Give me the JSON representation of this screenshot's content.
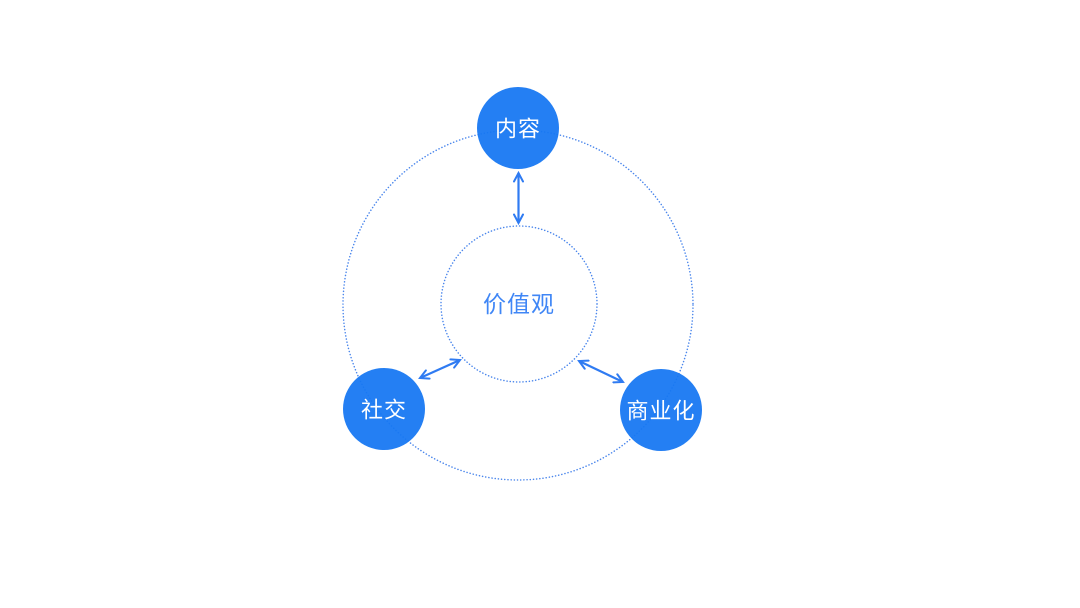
{
  "diagram": {
    "center_node": {
      "label": "价值观"
    },
    "outer_nodes": [
      {
        "label": "内容",
        "position": "top"
      },
      {
        "label": "社交",
        "position": "bottom-left"
      },
      {
        "label": "商业化",
        "position": "bottom-right"
      }
    ],
    "connections": [
      {
        "from": "内容",
        "to": "价值观",
        "bidirectional": true
      },
      {
        "from": "社交",
        "to": "价值观",
        "bidirectional": true
      },
      {
        "from": "商业化",
        "to": "价值观",
        "bidirectional": true
      }
    ],
    "colors": {
      "background": "#FFFFFF",
      "node_fill": "#1677F2",
      "node_text": "#FFFFFF",
      "center_text": "#3F86F6",
      "dotted_stroke": "#4A86EC",
      "arrow_stroke": "#2F7BF2"
    }
  }
}
